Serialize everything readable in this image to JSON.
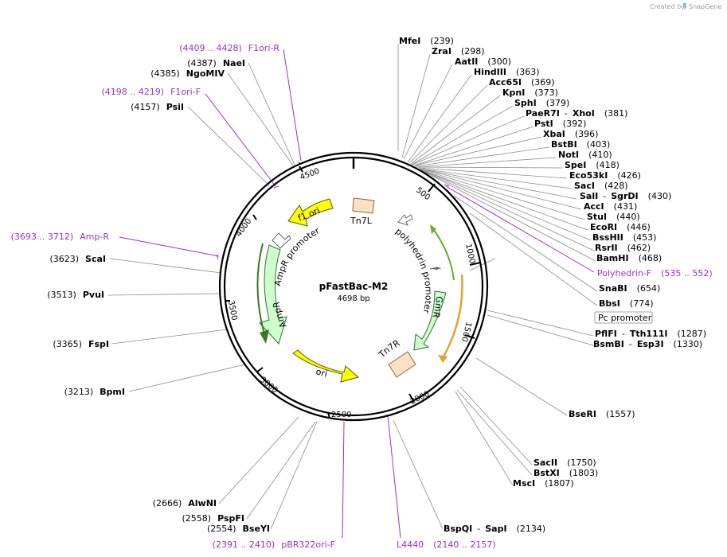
{
  "credit": {
    "prefix": "Created by",
    "brand": "SnapGene"
  },
  "plasmid": {
    "name": "pFastBac-M2",
    "length": "4698 bp"
  },
  "ticks": [
    "500",
    "1000",
    "1500",
    "2000",
    "2500",
    "3000",
    "3500",
    "4000",
    "4500"
  ],
  "enzymes": [
    {
      "name": "MfeI",
      "pos": "(239)"
    },
    {
      "name": "ZraI",
      "pos": "(298)"
    },
    {
      "name": "AatII",
      "pos": "(300)"
    },
    {
      "name": "HindIII",
      "pos": "(363)"
    },
    {
      "name": "Acc65I",
      "pos": "(369)"
    },
    {
      "name": "KpnI",
      "pos": "(373)"
    },
    {
      "name": "SphI",
      "pos": "(379)"
    },
    {
      "name": "PaeR7I",
      "sep": "-",
      "name2": "XhoI",
      "pos": "(381)"
    },
    {
      "name": "PstI",
      "pos": "(392)"
    },
    {
      "name": "XbaI",
      "pos": "(396)"
    },
    {
      "name": "BstBI",
      "pos": "(403)"
    },
    {
      "name": "NotI",
      "pos": "(410)"
    },
    {
      "name": "SpeI",
      "pos": "(418)"
    },
    {
      "name": "Eco53kI",
      "pos": "(426)"
    },
    {
      "name": "SacI",
      "pos": "(428)"
    },
    {
      "name": "SalI",
      "sep": "-",
      "name2": "SgrDI",
      "pos": "(430)"
    },
    {
      "name": "AccI",
      "pos": "(431)"
    },
    {
      "name": "StuI",
      "pos": "(440)"
    },
    {
      "name": "EcoRI",
      "pos": "(446)"
    },
    {
      "name": "BssHII",
      "pos": "(453)"
    },
    {
      "name": "RsrII",
      "pos": "(462)"
    },
    {
      "name": "BamHI",
      "pos": "(468)"
    },
    {
      "name": "SnaBI",
      "pos": "(654)"
    },
    {
      "name": "BbsI",
      "pos": "(774)"
    },
    {
      "name": "PflFI",
      "sep": "-",
      "name2": "Tth111I",
      "pos": "(1287)"
    },
    {
      "name": "BsmBI",
      "sep": "-",
      "name2": "Esp3I",
      "pos": "(1330)"
    },
    {
      "name": "BseRI",
      "pos": "(1557)"
    },
    {
      "name": "SacII",
      "pos": "(1750)"
    },
    {
      "name": "BstXI",
      "pos": "(1803)"
    },
    {
      "name": "MscI",
      "pos": "(1807)"
    },
    {
      "name": "BspQI",
      "sep": "-",
      "name2": "SapI",
      "pos": "(2134)"
    },
    {
      "name": "BseYI",
      "pos": "(2554)"
    },
    {
      "name": "PspFI",
      "pos": "(2558)"
    },
    {
      "name": "AlwNI",
      "pos": "(2666)"
    },
    {
      "name": "BpmI",
      "pos": "(3213)"
    },
    {
      "name": "FspI",
      "pos": "(3365)"
    },
    {
      "name": "PvuI",
      "pos": "(3513)"
    },
    {
      "name": "ScaI",
      "pos": "(3623)"
    },
    {
      "name": "PsiI",
      "pos": "(4157)"
    },
    {
      "name": "NgoMIV",
      "pos": "(4385)"
    },
    {
      "name": "NaeI",
      "pos": "(4387)"
    }
  ],
  "primers": [
    {
      "name": "Polyhedrin-F",
      "range": "(535 .. 552)"
    },
    {
      "name": "L4440",
      "range": "(2140 .. 2157)"
    },
    {
      "name": "pBR322ori-F",
      "range": "(2391 .. 2410)"
    },
    {
      "name": "Amp-R",
      "range": "(3693 .. 3712)"
    },
    {
      "name": "F1ori-F",
      "range": "(4198 .. 4219)"
    },
    {
      "name": "F1ori-R",
      "range": "(4409 .. 4428)"
    }
  ],
  "features": {
    "tn7l": "Tn7L",
    "polyhedrin_promoter": "polyhedrin promoter",
    "gmr": "GmR",
    "tn7r": "Tn7R",
    "ori": "ori",
    "ampr": "AmpR",
    "ampr_promoter": "AmpR promoter",
    "f1ori": "f1 ori",
    "pc_promoter": "Pc promoter"
  },
  "colors": {
    "primer": "#9b30c8",
    "f1ori": "#ffff00",
    "ori": "#ffff00",
    "ampr": "#ccffcc",
    "gmr": "#ccffcc",
    "tn7": "#fce0c4",
    "orf_orange": "#e8a030",
    "orf_green": "#6aaa2a"
  }
}
